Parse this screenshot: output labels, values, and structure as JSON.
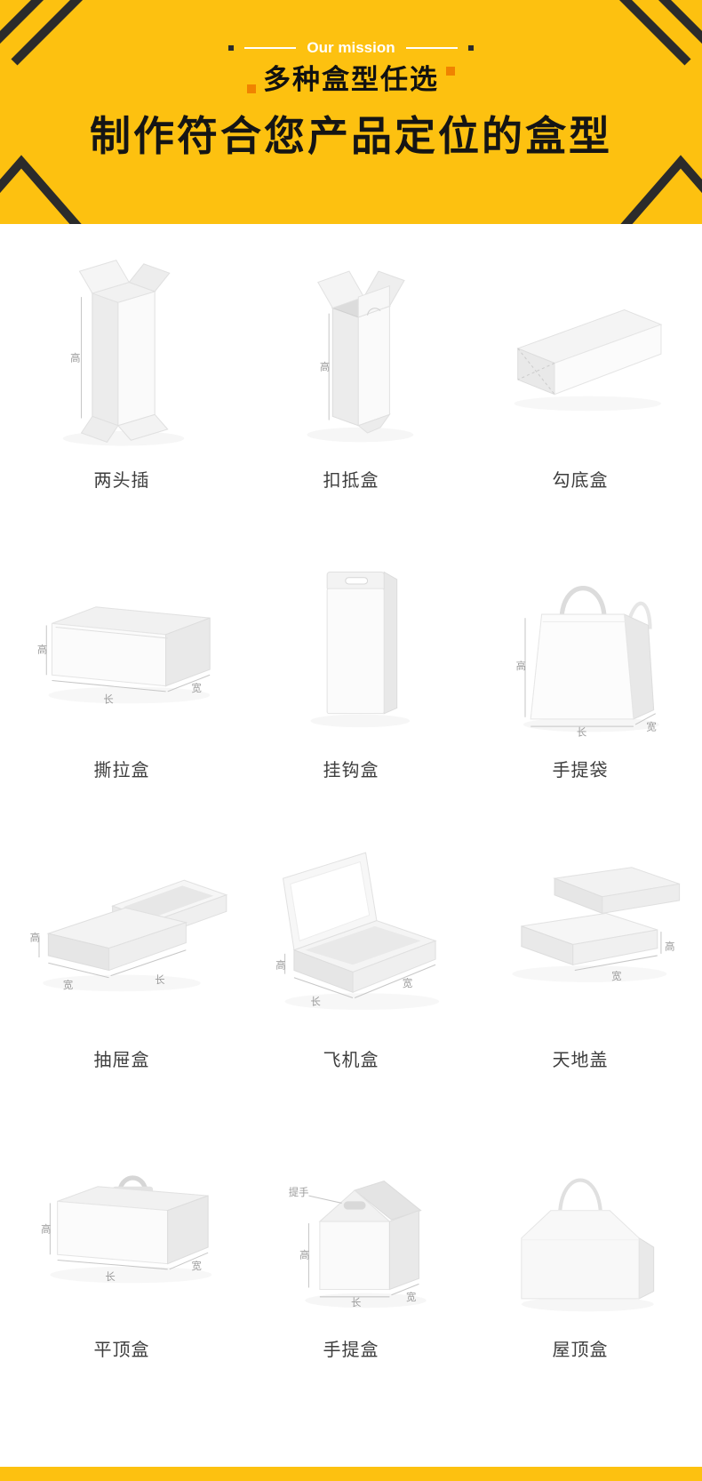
{
  "theme": {
    "accent": "#FDC110",
    "page_bg": "#FFFFFF",
    "decoration": "#2B2B2B",
    "subtitle_square": "#F08300",
    "mission_text": "#FFFFFF",
    "title_text": "#151515",
    "caption_text": "#3E3E3E",
    "dim_text": "#9B9B9B",
    "dim_line": "#C7C7C7"
  },
  "header": {
    "mission_label": "Our mission",
    "subtitle": "多种盒型任选",
    "title": "制作符合您产品定位的盒型"
  },
  "grid": {
    "items": [
      {
        "label": "两头插",
        "shape": "two-end-insert-box",
        "dims": [
          "高"
        ]
      },
      {
        "label": "扣抵盒",
        "shape": "snap-lock-bottom-box",
        "dims": [
          "高"
        ]
      },
      {
        "label": "勾底盒",
        "shape": "hook-bottom-box",
        "dims": []
      },
      {
        "label": "撕拉盒",
        "shape": "tear-strip-box",
        "dims": [
          "高",
          "长",
          "宽"
        ]
      },
      {
        "label": "挂钩盒",
        "shape": "hang-hole-box",
        "dims": []
      },
      {
        "label": "手提袋",
        "shape": "shopping-bag",
        "dims": [
          "高",
          "长",
          "宽"
        ]
      },
      {
        "label": "抽屉盒",
        "shape": "drawer-box",
        "dims": [
          "高",
          "宽",
          "长"
        ]
      },
      {
        "label": "飞机盒",
        "shape": "mailer-box",
        "dims": [
          "高",
          "长",
          "宽"
        ]
      },
      {
        "label": "天地盖",
        "shape": "lid-and-base-box",
        "dims": [
          "高",
          "宽"
        ]
      },
      {
        "label": "平顶盒",
        "shape": "flat-top-box",
        "dims": [
          "高",
          "长",
          "宽"
        ]
      },
      {
        "label": "手提盒",
        "shape": "gable-handle-box",
        "dims": [
          "提手",
          "高",
          "长",
          "宽"
        ]
      },
      {
        "label": "屋顶盒",
        "shape": "roof-top-bag",
        "dims": []
      }
    ]
  }
}
